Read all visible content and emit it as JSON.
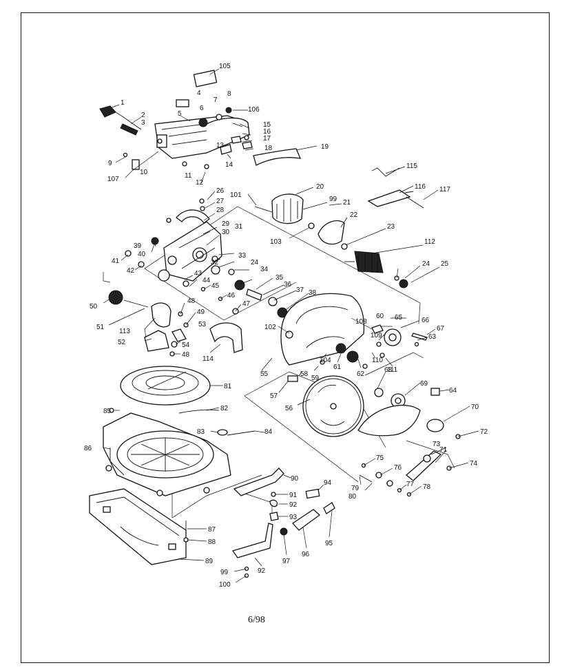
{
  "page": {
    "footer": "6/98"
  },
  "callouts": [
    {
      "id": "c105",
      "text": "105"
    },
    {
      "id": "c1",
      "text": "1"
    },
    {
      "id": "c2",
      "text": "2"
    },
    {
      "id": "c3",
      "text": "3"
    },
    {
      "id": "c4",
      "text": "4"
    },
    {
      "id": "c5",
      "text": "5"
    },
    {
      "id": "c6",
      "text": "6"
    },
    {
      "id": "c7",
      "text": "7"
    },
    {
      "id": "c8",
      "text": "8"
    },
    {
      "id": "c106",
      "text": "106"
    },
    {
      "id": "c15",
      "text": "15"
    },
    {
      "id": "c16",
      "text": "16"
    },
    {
      "id": "c17",
      "text": "17"
    },
    {
      "id": "c18",
      "text": "18"
    },
    {
      "id": "c13",
      "text": "13"
    },
    {
      "id": "c14",
      "text": "14"
    },
    {
      "id": "c19",
      "text": "19"
    },
    {
      "id": "c9",
      "text": "9"
    },
    {
      "id": "c10",
      "text": "10"
    },
    {
      "id": "c107",
      "text": "107"
    },
    {
      "id": "c11",
      "text": "11"
    },
    {
      "id": "c12",
      "text": "12"
    },
    {
      "id": "c115",
      "text": "115"
    },
    {
      "id": "c116",
      "text": "116"
    },
    {
      "id": "c117",
      "text": "117"
    },
    {
      "id": "c26",
      "text": "26"
    },
    {
      "id": "c27",
      "text": "27"
    },
    {
      "id": "c28",
      "text": "28"
    },
    {
      "id": "c101",
      "text": "101"
    },
    {
      "id": "c20",
      "text": "20"
    },
    {
      "id": "c99a",
      "text": "99"
    },
    {
      "id": "c21",
      "text": "21"
    },
    {
      "id": "c22",
      "text": "22"
    },
    {
      "id": "c103",
      "text": "103"
    },
    {
      "id": "c23",
      "text": "23"
    },
    {
      "id": "c112",
      "text": "112"
    },
    {
      "id": "c29",
      "text": "29"
    },
    {
      "id": "c30",
      "text": "30"
    },
    {
      "id": "c31",
      "text": "31"
    },
    {
      "id": "c39",
      "text": "39"
    },
    {
      "id": "c40",
      "text": "40"
    },
    {
      "id": "c41",
      "text": "41"
    },
    {
      "id": "c42",
      "text": "42"
    },
    {
      "id": "c32",
      "text": "32"
    },
    {
      "id": "c33",
      "text": "33"
    },
    {
      "id": "c24a",
      "text": "24"
    },
    {
      "id": "c34",
      "text": "34"
    },
    {
      "id": "c24b",
      "text": "24"
    },
    {
      "id": "c25",
      "text": "25"
    },
    {
      "id": "c43",
      "text": "43"
    },
    {
      "id": "c44",
      "text": "44"
    },
    {
      "id": "c45",
      "text": "45"
    },
    {
      "id": "c35",
      "text": "35"
    },
    {
      "id": "c36",
      "text": "36"
    },
    {
      "id": "c37",
      "text": "37"
    },
    {
      "id": "c38",
      "text": "38"
    },
    {
      "id": "c50",
      "text": "50"
    },
    {
      "id": "c46",
      "text": "46"
    },
    {
      "id": "c47",
      "text": "47"
    },
    {
      "id": "c48a",
      "text": "48"
    },
    {
      "id": "c51",
      "text": "51"
    },
    {
      "id": "c113",
      "text": "113"
    },
    {
      "id": "c49",
      "text": "49"
    },
    {
      "id": "c53",
      "text": "53"
    },
    {
      "id": "c52",
      "text": "52"
    },
    {
      "id": "c54",
      "text": "54"
    },
    {
      "id": "c48b",
      "text": "48"
    },
    {
      "id": "c114",
      "text": "114"
    },
    {
      "id": "c102",
      "text": "102"
    },
    {
      "id": "c108",
      "text": "108"
    },
    {
      "id": "c60",
      "text": "60"
    },
    {
      "id": "c65",
      "text": "65"
    },
    {
      "id": "c66",
      "text": "66"
    },
    {
      "id": "c67",
      "text": "67"
    },
    {
      "id": "c109",
      "text": "109"
    },
    {
      "id": "c63",
      "text": "63"
    },
    {
      "id": "c104",
      "text": "104"
    },
    {
      "id": "c61",
      "text": "61"
    },
    {
      "id": "c62",
      "text": "62"
    },
    {
      "id": "c110",
      "text": "110"
    },
    {
      "id": "c111",
      "text": "111"
    },
    {
      "id": "c55",
      "text": "55"
    },
    {
      "id": "c58",
      "text": "58"
    },
    {
      "id": "c59",
      "text": "59"
    },
    {
      "id": "c68",
      "text": "68"
    },
    {
      "id": "c69",
      "text": "69"
    },
    {
      "id": "c64",
      "text": "64"
    },
    {
      "id": "c57",
      "text": "57"
    },
    {
      "id": "c56",
      "text": "56"
    },
    {
      "id": "c81",
      "text": "81"
    },
    {
      "id": "c82",
      "text": "82"
    },
    {
      "id": "c85",
      "text": "85"
    },
    {
      "id": "c83",
      "text": "83"
    },
    {
      "id": "c84",
      "text": "84"
    },
    {
      "id": "c70",
      "text": "70"
    },
    {
      "id": "c72",
      "text": "72"
    },
    {
      "id": "c86",
      "text": "86"
    },
    {
      "id": "c73",
      "text": "73"
    },
    {
      "id": "c71",
      "text": "71"
    },
    {
      "id": "c75",
      "text": "75"
    },
    {
      "id": "c74",
      "text": "74"
    },
    {
      "id": "c76",
      "text": "76"
    },
    {
      "id": "c79",
      "text": "79"
    },
    {
      "id": "c80",
      "text": "80"
    },
    {
      "id": "c77",
      "text": "77"
    },
    {
      "id": "c78",
      "text": "78"
    },
    {
      "id": "c90",
      "text": "90"
    },
    {
      "id": "c94",
      "text": "94"
    },
    {
      "id": "c91",
      "text": "91"
    },
    {
      "id": "c92a",
      "text": "92"
    },
    {
      "id": "c93",
      "text": "93"
    },
    {
      "id": "c95",
      "text": "95"
    },
    {
      "id": "c87",
      "text": "87"
    },
    {
      "id": "c88",
      "text": "88"
    },
    {
      "id": "c96",
      "text": "96"
    },
    {
      "id": "c97",
      "text": "97"
    },
    {
      "id": "c89",
      "text": "89"
    },
    {
      "id": "c99b",
      "text": "99"
    },
    {
      "id": "c92b",
      "text": "92"
    },
    {
      "id": "c100",
      "text": "100"
    }
  ]
}
